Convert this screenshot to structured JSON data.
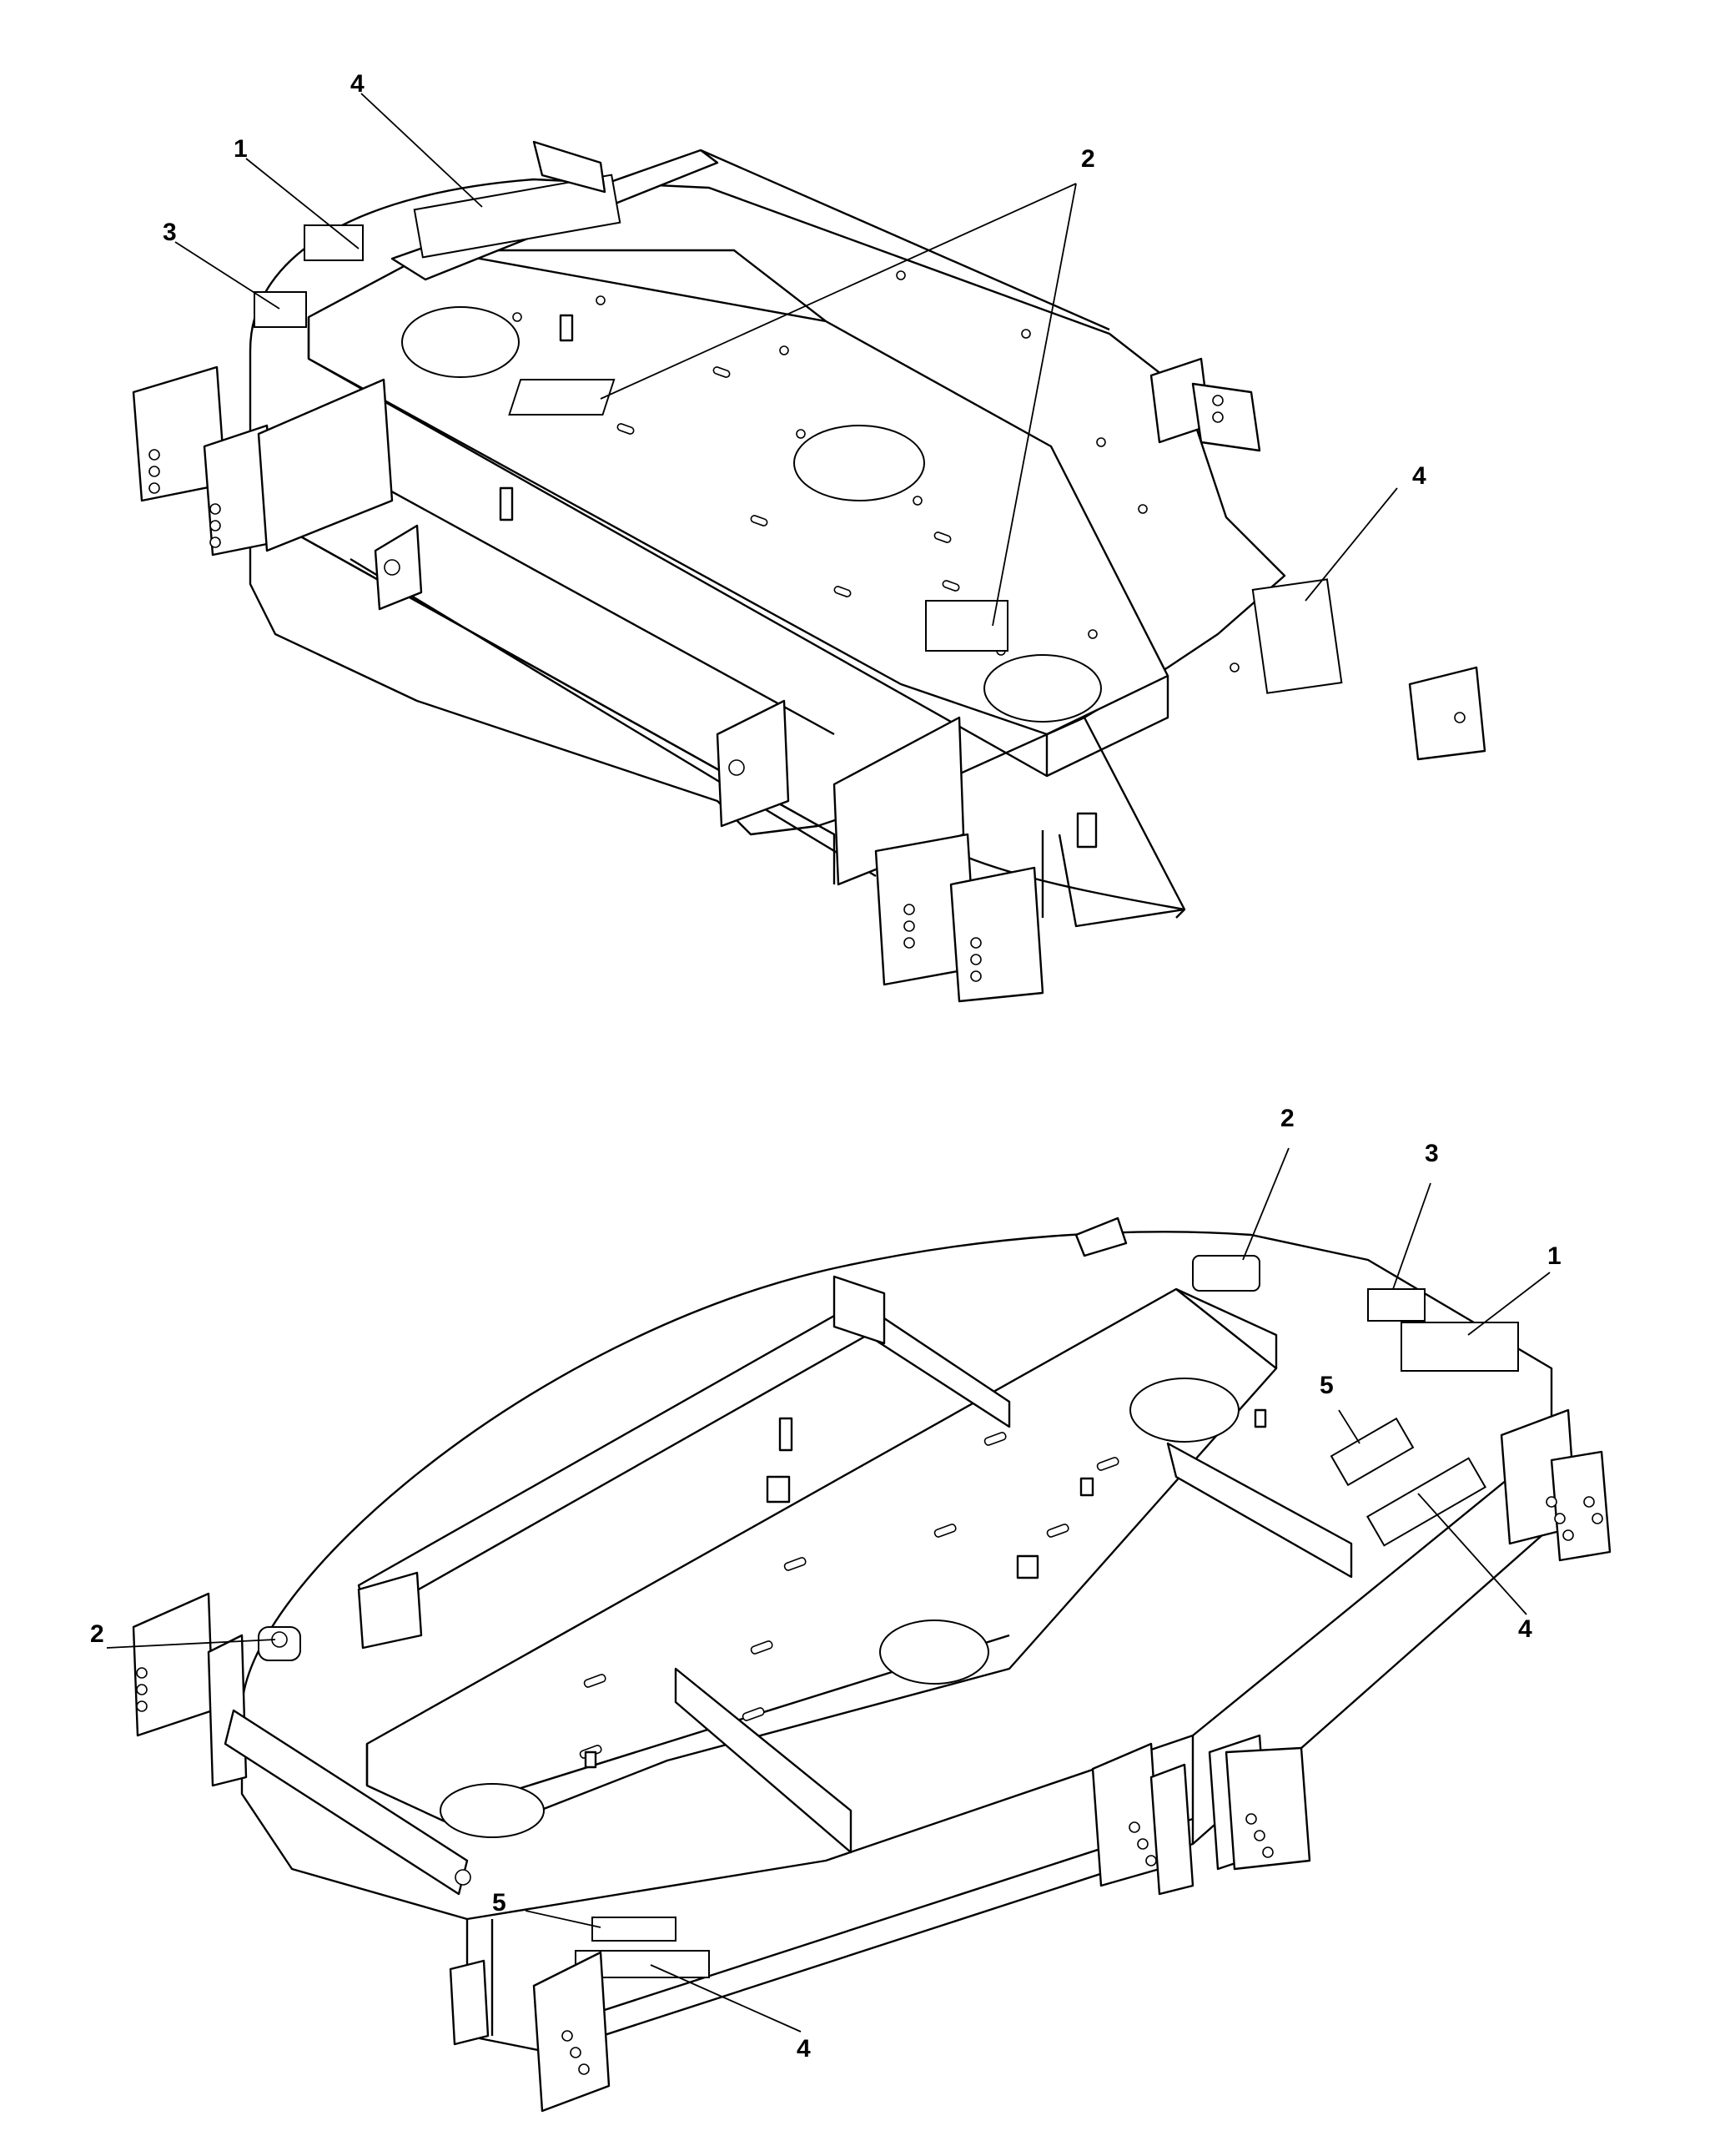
{
  "figures": [
    {
      "id": "top-assembly",
      "callouts": [
        {
          "label": "4"
        },
        {
          "label": "1"
        },
        {
          "label": "3"
        },
        {
          "label": "2"
        },
        {
          "label": "4"
        }
      ]
    },
    {
      "id": "bottom-assembly",
      "callouts": [
        {
          "label": "2"
        },
        {
          "label": "3"
        },
        {
          "label": "1"
        },
        {
          "label": "5"
        },
        {
          "label": "4"
        },
        {
          "label": "2"
        },
        {
          "label": "5"
        },
        {
          "label": "4"
        }
      ]
    }
  ]
}
